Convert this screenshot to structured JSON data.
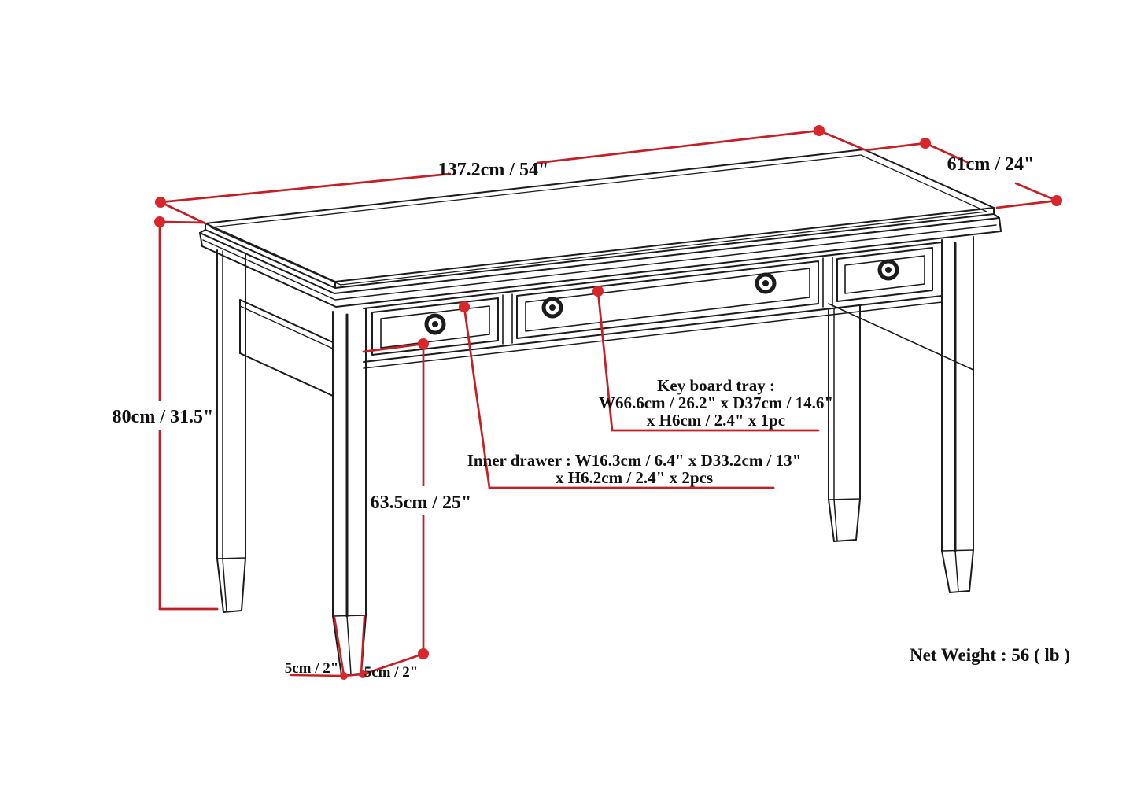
{
  "drawing": {
    "type": "furniture-dimension-diagram",
    "subject": "writing desk with three drawers and tapered legs"
  },
  "dimensions": {
    "width_label": "137.2cm / 54\"",
    "depth_label": "61cm / 24\"",
    "height_label": "80cm / 31.5\"",
    "clearance_label": "63.5cm / 25\"",
    "foot_left_label": "5cm / 2\"",
    "foot_right_label": "5cm / 2\""
  },
  "annotations": {
    "keyboard_tray_line1": "Key board tray :",
    "keyboard_tray_line2": "W66.6cm / 26.2\" x D37cm / 14.6\"",
    "keyboard_tray_line3": "x H6cm / 2.4\" x 1pc",
    "inner_drawer_line1": "Inner drawer : W16.3cm / 6.4\" x D33.2cm / 13\"",
    "inner_drawer_line2": "x H6.2cm / 2.4\" x 2pcs",
    "net_weight": "Net Weight : 56 ( lb )"
  },
  "colors": {
    "dimension_line": "#c32026",
    "dimension_dot": "#d8262a",
    "line_art": "#1c1c1c",
    "background": "#ffffff"
  }
}
